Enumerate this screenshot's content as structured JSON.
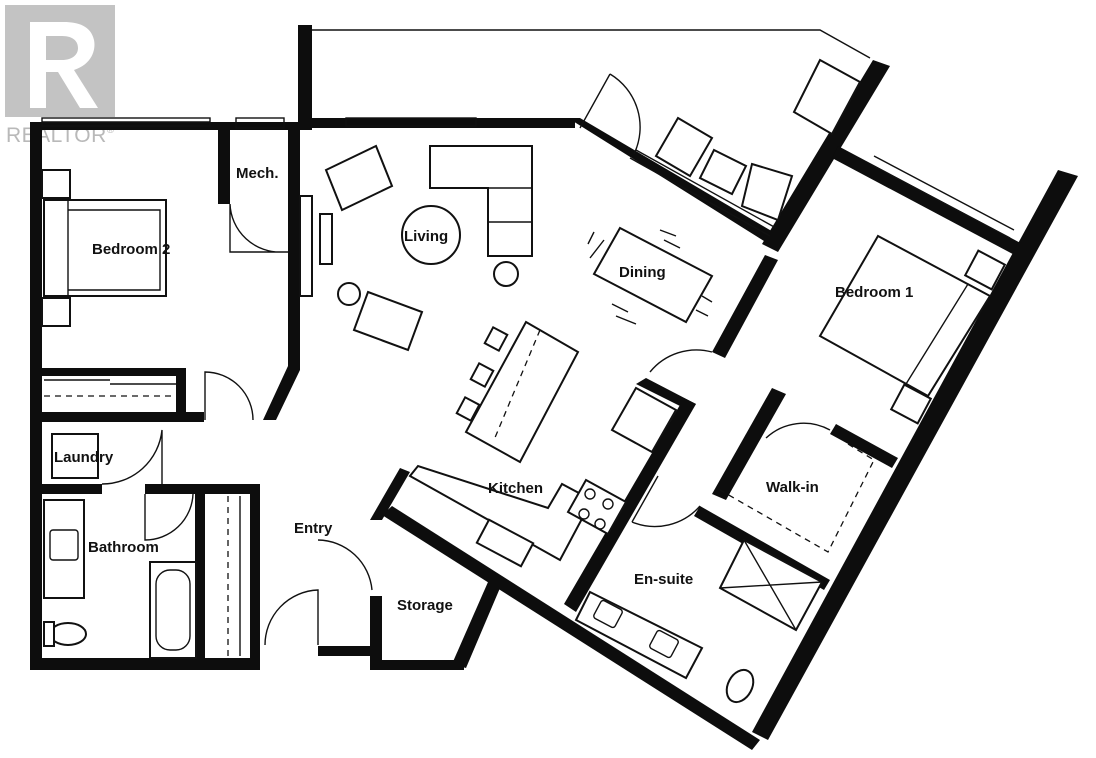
{
  "watermark": {
    "text": "REALTOR",
    "mark": "®",
    "color": "#b9b9b9"
  },
  "plan": {
    "wall_color": "#0d0d0d",
    "rooms": {
      "bedroom2": "Bedroom 2",
      "mech": "Mech.",
      "living": "Living",
      "dining": "Dining",
      "bedroom1": "Bedroom 1",
      "laundry": "Laundry",
      "bathroom": "Bathroom",
      "kitchen": "Kitchen",
      "entry": "Entry",
      "storage": "Storage",
      "walkin": "Walk-in",
      "ensuite": "En-suite"
    }
  }
}
